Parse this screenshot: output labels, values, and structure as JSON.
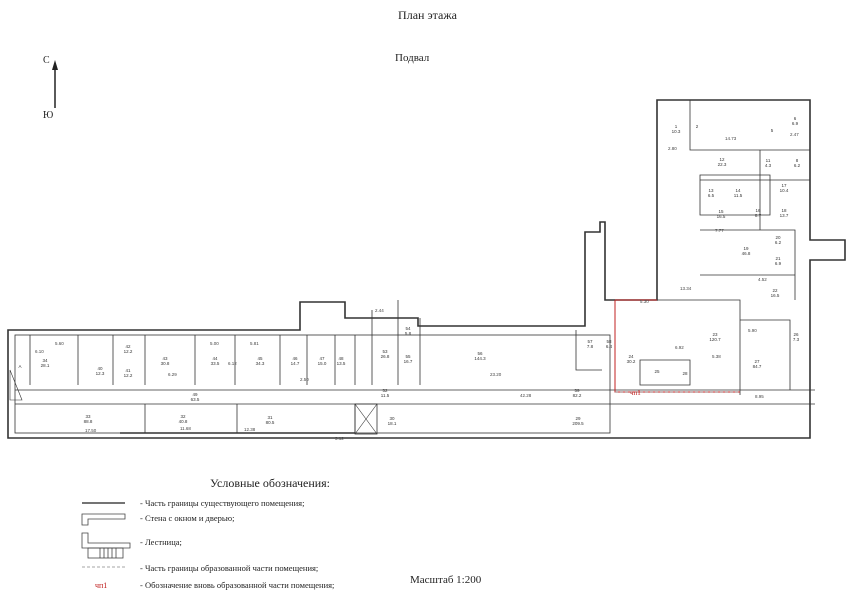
{
  "title": "План этажа",
  "floor": "Подвал",
  "compass": {
    "north": "С",
    "south": "Ю",
    "icon": "arrow-up-icon"
  },
  "rooms": [
    {
      "n": "34",
      "a": "28.1"
    },
    {
      "n": "40",
      "a": "12.3"
    },
    {
      "n": "41",
      "a": "12.2"
    },
    {
      "n": "42",
      "a": "12.2"
    },
    {
      "n": "43",
      "a": "30.8"
    },
    {
      "n": "44",
      "a": "33.5"
    },
    {
      "n": "45",
      "a": "34.3"
    },
    {
      "n": "46",
      "a": "14.7"
    },
    {
      "n": "47",
      "a": "15.0"
    },
    {
      "n": "48",
      "a": "13.5"
    },
    {
      "n": "53",
      "a": "26.8"
    },
    {
      "n": "54",
      "a": "5.8"
    },
    {
      "n": "55",
      "a": "16.7"
    },
    {
      "n": "56",
      "a": "144.3"
    },
    {
      "n": "57",
      "a": "7.8"
    },
    {
      "n": "58",
      "a": "6.4"
    },
    {
      "n": "24",
      "a": "30.2"
    },
    {
      "n": "23",
      "a": "120.7"
    },
    {
      "n": "27",
      "a": "84.7"
    },
    {
      "n": "26",
      "a": "7.3"
    },
    {
      "n": "49",
      "a": "63.5"
    },
    {
      "n": "52",
      "a": "11.5"
    },
    {
      "n": "59",
      "a": "82.2"
    },
    {
      "n": "33",
      "a": "88.8"
    },
    {
      "n": "32",
      "a": "40.8"
    },
    {
      "n": "31",
      "a": "80.5"
    },
    {
      "n": "30",
      "a": "18.1"
    },
    {
      "n": "29",
      "a": "209.5"
    },
    {
      "n": "1",
      "a": "10.3"
    },
    {
      "n": "6",
      "a": "6.9"
    },
    {
      "n": "12",
      "a": "22.3"
    },
    {
      "n": "13",
      "a": "6.5"
    },
    {
      "n": "14",
      "a": "11.5"
    },
    {
      "n": "15",
      "a": "16.5"
    },
    {
      "n": "16",
      "a": "8.7"
    },
    {
      "n": "11",
      "a": "4.3"
    },
    {
      "n": "8",
      "a": "6.2"
    },
    {
      "n": "17",
      "a": "10.4"
    },
    {
      "n": "18",
      "a": "13.7"
    },
    {
      "n": "19",
      "a": "46.8"
    },
    {
      "n": "20",
      "a": "6.2"
    },
    {
      "n": "21",
      "a": "6.9"
    },
    {
      "n": "22",
      "a": "16.5"
    }
  ],
  "room_marks": [
    "А",
    "2",
    "5",
    "25",
    "28"
  ],
  "dimensions": [
    "5.60",
    "6.10",
    "17.50",
    "11.68",
    "12.38",
    "5.00",
    "5.81",
    "6.29",
    "6.12",
    "23.20",
    "42.28",
    "14.73",
    "2.80",
    "7.77",
    "5.30",
    "13.34",
    "5.90",
    "8.95",
    "4.52",
    "6.92",
    "5.38",
    "3.12",
    "2.44",
    "2.50",
    "2.47"
  ],
  "part_mark": "чп1",
  "legend": {
    "title": "Условные обозначения:",
    "items": [
      "- Часть границы существующего помещения;",
      "- Стена с окном и дверью;",
      "- Лестница;",
      "- Часть границы образованной части помещения;",
      "- Обозначение вновь образованной части помещения;"
    ],
    "mark": "чп1"
  },
  "scale": "Масштаб 1:200",
  "colors": {
    "wall": "#333333",
    "red": "#c02020"
  }
}
